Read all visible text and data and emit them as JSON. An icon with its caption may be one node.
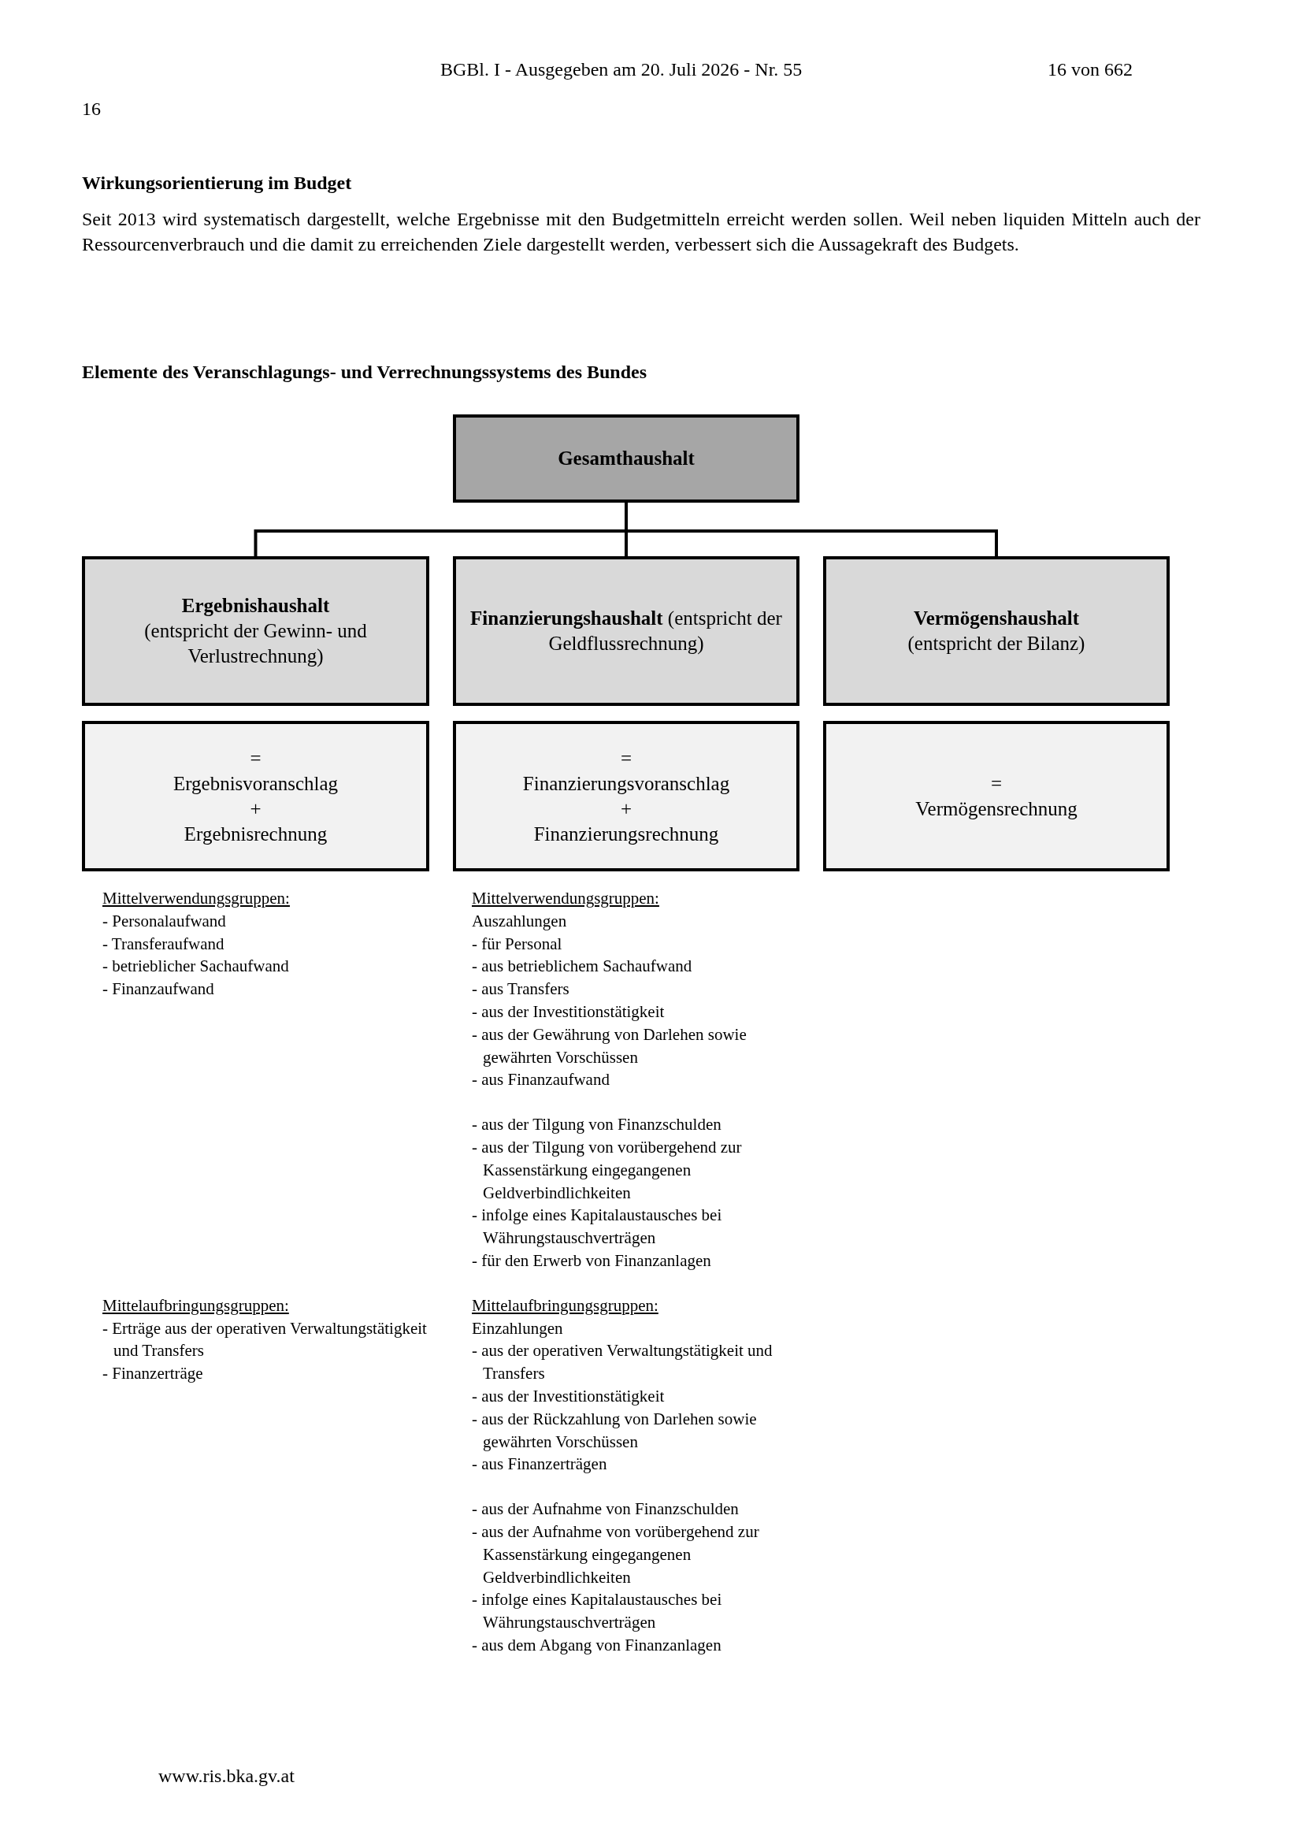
{
  "diagram": {
    "title": "Elemente des Veranschlagungs- und Verrechnungssystems des Bundes",
    "nodes": [
      {
        "text": [
          "Gesamthaushalt"
        ]
      },
      {
        "text": [
          "Ergebnishaushalt",
          "(entspricht der Gewinn- und Verlustrechnung)"
        ]
      },
      {
        "text": [
          "**Finanzierungshaushalt** (entspricht der Geldflussrechnung)"
        ]
      },
      {
        "text": [
          "Vermögenshaushalt",
          "(entspricht der Bilanz)"
        ]
      },
      {
        "text": [
          "=",
          "Ergebnisvoranschlag",
          "+",
          "Ergebnisrechnung"
        ]
      },
      {
        "text": [
          "=",
          "Finanzierungsvoranschlag",
          "+",
          "Finanzierungsrechnung"
        ]
      },
      {
        "text": [
          "=",
          "Vermögensrechnung"
        ]
      }
    ],
    "edges": [
      {
        "from": 0,
        "to": 1,
        "arrow": "none"
      },
      {
        "from": 0,
        "to": 2,
        "arrow": "none"
      },
      {
        "from": 0,
        "to": 3,
        "arrow": "none"
      }
    ],
    "labels": [
      "BGBl. I - Ausgegeben am 20. Juli 2026 - Nr. 55",
      "16 von 662",
      "16",
      "Wirkungsorientierung im Budget",
      "Seit 2013 wird systematisch dargestellt, welche Ergebnisse mit den Budgetmitteln erreicht werden sollen. Weil neben liquiden Mitteln auch der Ressourcenverbrauch und die damit zu erreichenden Ziele dargestellt werden, verbessert sich die Aussagekraft des Budgets.",
      "Mittelverwendungsgruppen:",
      "- Personalaufwand",
      "- Transferaufwand",
      "- betrieblicher Sachaufwand",
      "- Finanzaufwand",
      "Mittelverwendungsgruppen:",
      "Auszahlungen",
      "- für Personal",
      "- aus betrieblichem Sachaufwand",
      "- aus Transfers",
      "- aus der Investitionstätigkeit",
      "- aus der Gewährung von Darlehen sowie gewährten Vorschüssen",
      "- aus Finanzaufwand",
      "- aus der Tilgung von Finanzschulden",
      "- aus der Tilgung von vorübergehend zur Kassenstärkung eingegangenen Geldverbindlichkeiten",
      "- infolge eines Kapitalaustausches bei Währungstauschverträgen",
      "- für den Erwerb von Finanzanlagen",
      "Mittelaufbringungsgruppen:",
      "- Erträge aus der operativen Verwaltungstätigkeit und Transfers",
      "- Finanzerträge",
      "Mittelaufbringungsgruppen:",
      "Einzahlungen",
      "- aus der operativen Verwaltungstätigkeit und Transfers",
      "- aus der Investitionstätigkeit",
      "- aus der Rückzahlung von Darlehen sowie gewährten Vorschüssen",
      "- aus Finanzerträgen",
      "- aus der Aufnahme von Finanzschulden",
      "- aus der Aufnahme von vorübergehend zur Kassenstärkung eingegangenen Geldverbindlichkeiten",
      "- infolge eines Kapitalaustausches bei Währungstauschverträgen",
      "- aus dem Abgang von Finanzanlagen",
      "www.ris.bka.gv.at"
    ]
  }
}
